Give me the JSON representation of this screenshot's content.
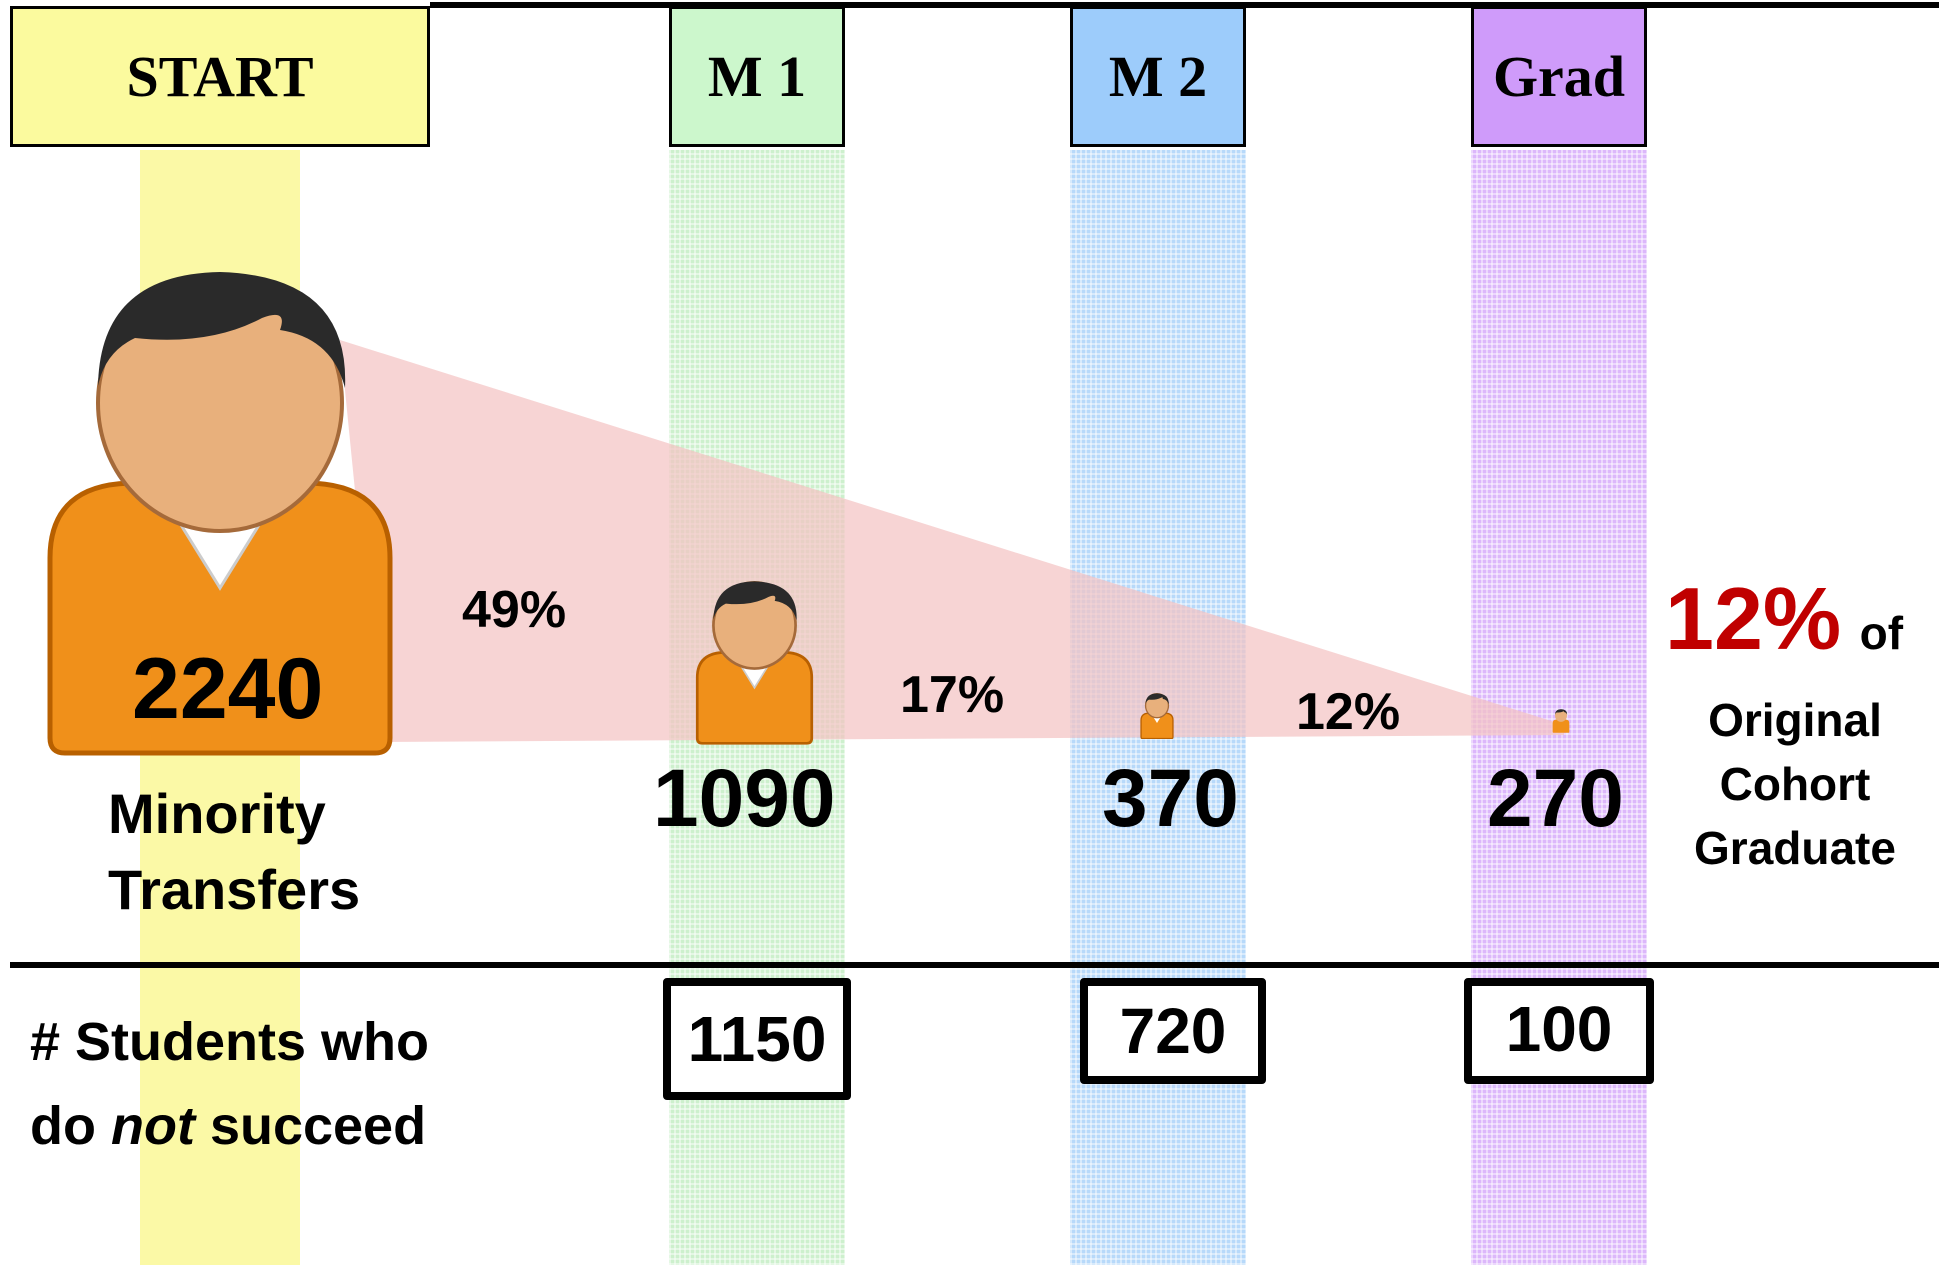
{
  "stages": {
    "start": "START",
    "m1": "M 1",
    "m2": "M 2",
    "grad": "Grad"
  },
  "counts": {
    "start": "2240",
    "m1": "1090",
    "m2": "370",
    "grad": "270"
  },
  "rates": {
    "start_to_m1": "49%",
    "m1_to_m2": "17%",
    "m2_to_grad": "12%"
  },
  "start_label": {
    "line1": "Minority",
    "line2": "Transfers"
  },
  "summary": {
    "percent": "12%",
    "of": "of",
    "line1": "Original",
    "line2": "Cohort",
    "line3": "Graduate"
  },
  "not_succeed": {
    "line1": "# Students who",
    "line2_prefix": "do ",
    "line2_emphasis": "not",
    "line2_suffix": " succeed",
    "m1": "1150",
    "m2": "720",
    "grad": "100"
  },
  "colors": {
    "start": "#fbfa9e",
    "m1": "#ccf7cc",
    "m2": "#9dccfb",
    "grad": "#cf9bfa",
    "funnel": "#f3c9c9",
    "person_body": "#f0901a",
    "highlight_red": "#c00000"
  },
  "icons": [
    "person-icon"
  ]
}
